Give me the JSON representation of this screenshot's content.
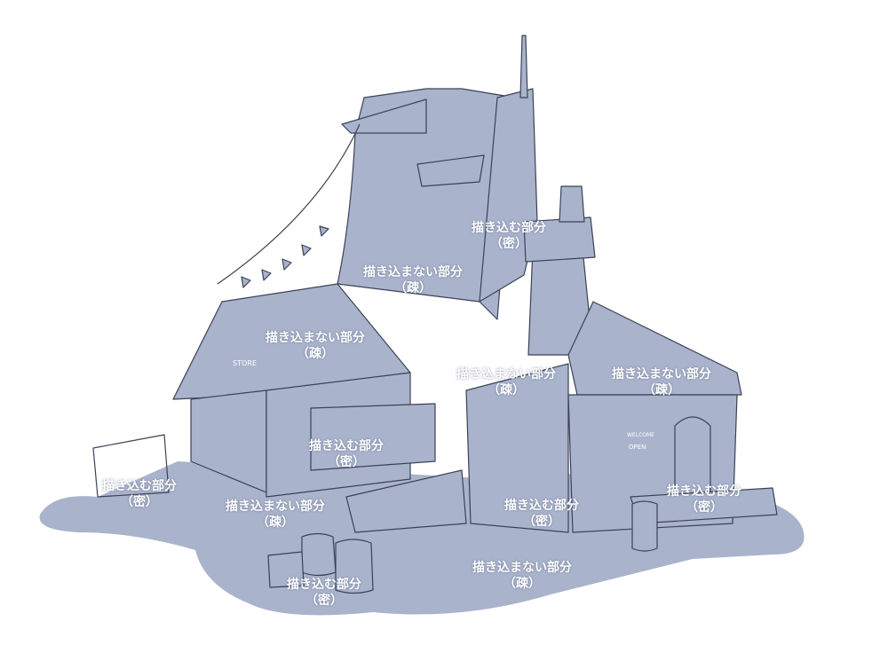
{
  "colors": {
    "fill": "#a9b3cc",
    "line": "#3b4256",
    "ground": "#a9b3cc"
  },
  "labels": [
    {
      "main": "描き込む部分",
      "sub": "（密）"
    },
    {
      "main": "描き込まない部分",
      "sub": "（疎）"
    },
    {
      "main": "描き込まない部分",
      "sub": "（疎）"
    },
    {
      "main": "描き込まない部分",
      "sub": "（疎）"
    },
    {
      "main": "描き込まない部分",
      "sub": "（疎）"
    },
    {
      "main": "描き込む部分",
      "sub": "（密）"
    },
    {
      "main": "描き込む部分",
      "sub": "（密）"
    },
    {
      "main": "描き込まない部分",
      "sub": "（疎）"
    },
    {
      "main": "描き込む部分",
      "sub": "（密）"
    },
    {
      "main": "描き込む部分",
      "sub": "（密）"
    },
    {
      "main": "描き込む部分",
      "sub": "（密）"
    },
    {
      "main": "描き込まない部分",
      "sub": "（疎）"
    }
  ],
  "signs": {
    "store": "STORE",
    "open": "OPEN",
    "welcome": "WELCOME"
  }
}
